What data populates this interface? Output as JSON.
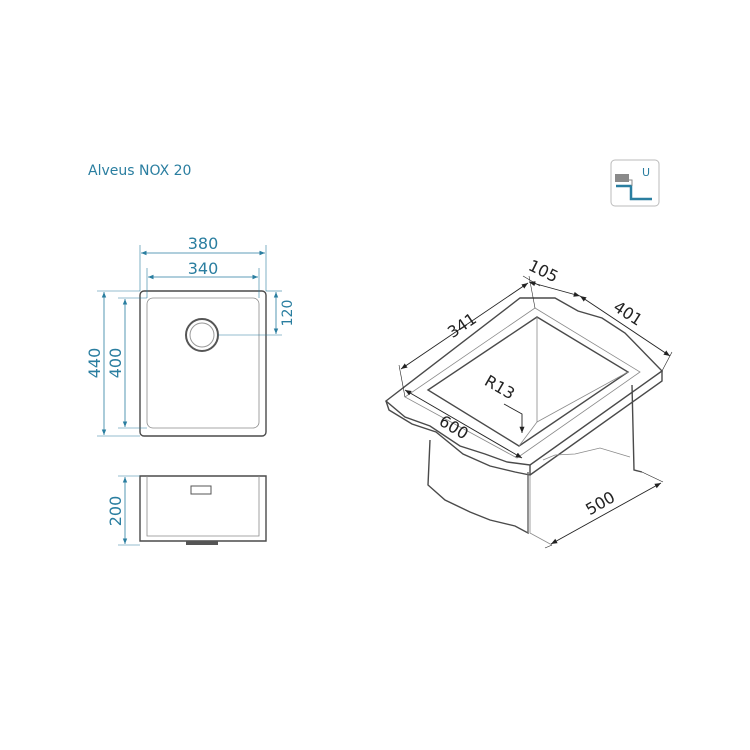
{
  "title": "Alveus NOX 20",
  "icon": {
    "name": "undermount-installation-icon",
    "label": "U",
    "accent": "#2a7ea0"
  },
  "colors": {
    "dimension": "#2a7ea0",
    "outline": "#4a4a4a",
    "dark_dimension": "#222222"
  },
  "top_view": {
    "outer_width": "380",
    "inner_width": "340",
    "outer_depth": "440",
    "inner_depth": "400",
    "drain_offset": "120"
  },
  "side_view": {
    "bowl_depth": "200"
  },
  "iso_view": {
    "bowl_width": "341",
    "rim_margin": "105",
    "bowl_length": "401",
    "corner_radius": "R13",
    "cabinet_width": "600",
    "cabinet_depth": "500"
  }
}
